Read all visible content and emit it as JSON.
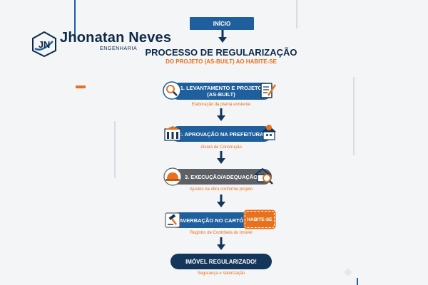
{
  "brand": {
    "name": "Jhonatan Neves",
    "sub": "ENGENHARIA",
    "logo_initials": "JN",
    "colors": {
      "navy": "#0e2a47",
      "blue": "#1f5f9e",
      "orange": "#e7711d",
      "gray": "#5d6166"
    }
  },
  "flow": {
    "start": "INÍCIO",
    "title": "PROCESSO DE REGULARIZAÇÃO",
    "subtitle": "DO PROJETO (AS-BUILT) AO HABITE-SE",
    "steps": [
      {
        "label_line1": "1. LEVANTAMENTO E PROJETO",
        "label_line2": "(AS-BUILT)",
        "note": "Elaboração da planta existente",
        "left_icon": "magnifier-icon",
        "right_icon": "checklist-pencil-icon"
      },
      {
        "label_line1": "2. APROVAÇÃO NA PREFEITURA",
        "label_line2": "",
        "note": "Alvará de Construção",
        "left_icon": "city-hall-icon",
        "right_icon": "house-stamp-icon"
      },
      {
        "label_line1": "3. EXECUÇÃO/ADEQUAÇÃO",
        "label_line2": "",
        "note": "Ajustes na obra conforme projeto",
        "left_icon": "hard-hat-icon",
        "right_icon": "house-magnifier-icon"
      },
      {
        "label_line1": "5. AVERBAÇÃO NO CARTÓRIO",
        "label_line2": "",
        "note": "Registro de Contribela do Imóvel",
        "left_icon": "gavel-document-icon",
        "right_icon": "seal-icon"
      }
    ],
    "badge": "HABITE-SE",
    "final": "IMÓVEL REGULARIZADO!",
    "final_note": "Segurança e Valorização"
  }
}
